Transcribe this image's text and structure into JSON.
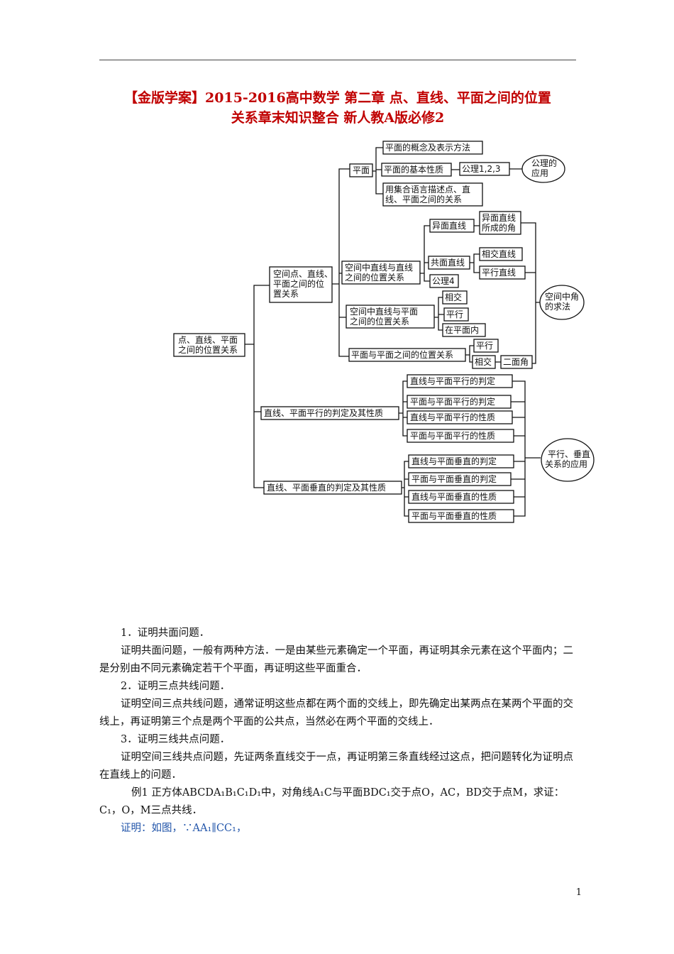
{
  "title": {
    "line1": "【金版学案】2015-2016高中数学 第二章 点、直线、平面之间的位置",
    "line2": "关系章末知识整合 新人教A版必修2"
  },
  "diagram": {
    "root": [
      "点、直线、平面",
      "之间的位置关系"
    ],
    "branch1": [
      "空间点、直线、",
      "平面之间的位",
      "置关系"
    ],
    "plane": "平面",
    "plane_items": {
      "concept": "平面的概念及表示方法",
      "property": "平面的基本性质",
      "axioms": "公理1,2,3",
      "axiom_app": [
        "公理的",
        "应用"
      ],
      "set_lang": [
        "用集合语言描述点、直",
        "线、平面之间的关系"
      ]
    },
    "lines": [
      "空间中直线与直线",
      "之间的位置关系"
    ],
    "skew": "异面直线",
    "skew_angle": [
      "异面直线",
      "所成的角"
    ],
    "coplanar": "共面直线",
    "intersect_lines": "相交直线",
    "parallel_lines": "平行直线",
    "axiom4": "公理4",
    "line_plane": [
      "空间中直线与平面",
      "之间的位置关系"
    ],
    "lp_intersect": "相交",
    "lp_parallel": "平行",
    "lp_in": "在平面内",
    "plane_plane": "平面与平面之间的位置关系",
    "pp_parallel": "平行",
    "pp_intersect": "相交",
    "dihedral": "二面角",
    "angle_method": [
      "空间中角",
      "的求法"
    ],
    "branch2": "直线、平面平行的判定及其性质",
    "par_items": [
      "直线与平面平行的判定",
      "平面与平面平行的判定",
      "直线与平面平行的性质",
      "平面与平面平行的性质"
    ],
    "branch3": "直线、平面垂直的判定及其性质",
    "perp_items": [
      "直线与平面垂直的判定",
      "平面与平面垂直的判定",
      "直线与平面垂直的性质",
      "平面与平面垂直的性质"
    ],
    "app": [
      "平行、垂直",
      "关系的应用"
    ]
  },
  "body": {
    "h1": "1．证明共面问题．",
    "p1": "证明共面问题，一般有两种方法．一是由某些元素确定一个平面，再证明其余元素在这个平面内；二是分别由不同元素确定若干个平面，再证明这些平面重合．",
    "h2": "2．证明三点共线问题．",
    "p2": "证明空间三点共线问题，通常证明这些点都在两个面的交线上，即先确定出某两点在某两个平面的交线上，再证明第三个点是两个平面的公共点，当然必在两个平面的交线上．",
    "h3": "3．证明三线共点问题．",
    "p3": "证明空间三线共点问题，先证两条直线交于一点，再证明第三条直线经过这点，把问题转化为证明点在直线上的问题．",
    "ex1": "例1 正方体ABCDA₁B₁C₁D₁中，对角线A₁C与平面BDC₁交于点O，AC，BD交于点M，求证：C₁，O，M三点共线．",
    "proof": "证明：如图，∵AA₁∥CC₁，"
  },
  "page_number": "1"
}
